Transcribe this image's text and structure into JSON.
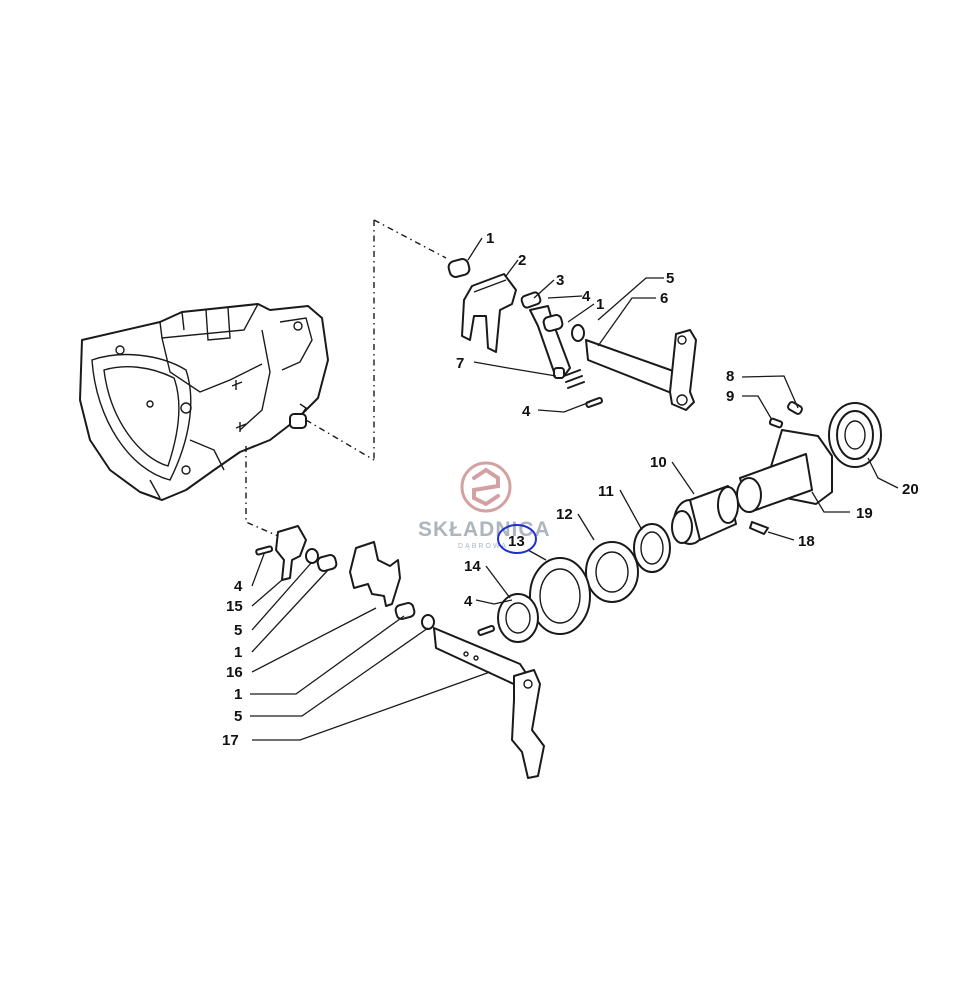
{
  "callouts": [
    {
      "id": "c1a",
      "text": "1"
    },
    {
      "id": "c2",
      "text": "2"
    },
    {
      "id": "c3",
      "text": "3"
    },
    {
      "id": "c4a",
      "text": "4"
    },
    {
      "id": "c1b",
      "text": "1"
    },
    {
      "id": "c5a",
      "text": "5"
    },
    {
      "id": "c6",
      "text": "6"
    },
    {
      "id": "c7",
      "text": "7"
    },
    {
      "id": "c4b",
      "text": "4"
    },
    {
      "id": "c8",
      "text": "8"
    },
    {
      "id": "c9",
      "text": "9"
    },
    {
      "id": "c10",
      "text": "10"
    },
    {
      "id": "c11",
      "text": "11"
    },
    {
      "id": "c12",
      "text": "12"
    },
    {
      "id": "c13",
      "text": "13"
    },
    {
      "id": "c14",
      "text": "14"
    },
    {
      "id": "c4c",
      "text": "4"
    },
    {
      "id": "c18",
      "text": "18"
    },
    {
      "id": "c19",
      "text": "19"
    },
    {
      "id": "c20",
      "text": "20"
    },
    {
      "id": "c4d",
      "text": "4"
    },
    {
      "id": "c15",
      "text": "15"
    },
    {
      "id": "c5b",
      "text": "5"
    },
    {
      "id": "c1c",
      "text": "1"
    },
    {
      "id": "c16",
      "text": "16"
    },
    {
      "id": "c1d",
      "text": "1"
    },
    {
      "id": "c5c",
      "text": "5"
    },
    {
      "id": "c17",
      "text": "17"
    }
  ],
  "watermark": {
    "brand": "SKŁADNICA",
    "sub": "DĄBROWA",
    "logo_color": "#c98a8a",
    "text_color": "#9aa3ad"
  },
  "highlight": {
    "target": "13",
    "color": "#1f2fd1"
  }
}
